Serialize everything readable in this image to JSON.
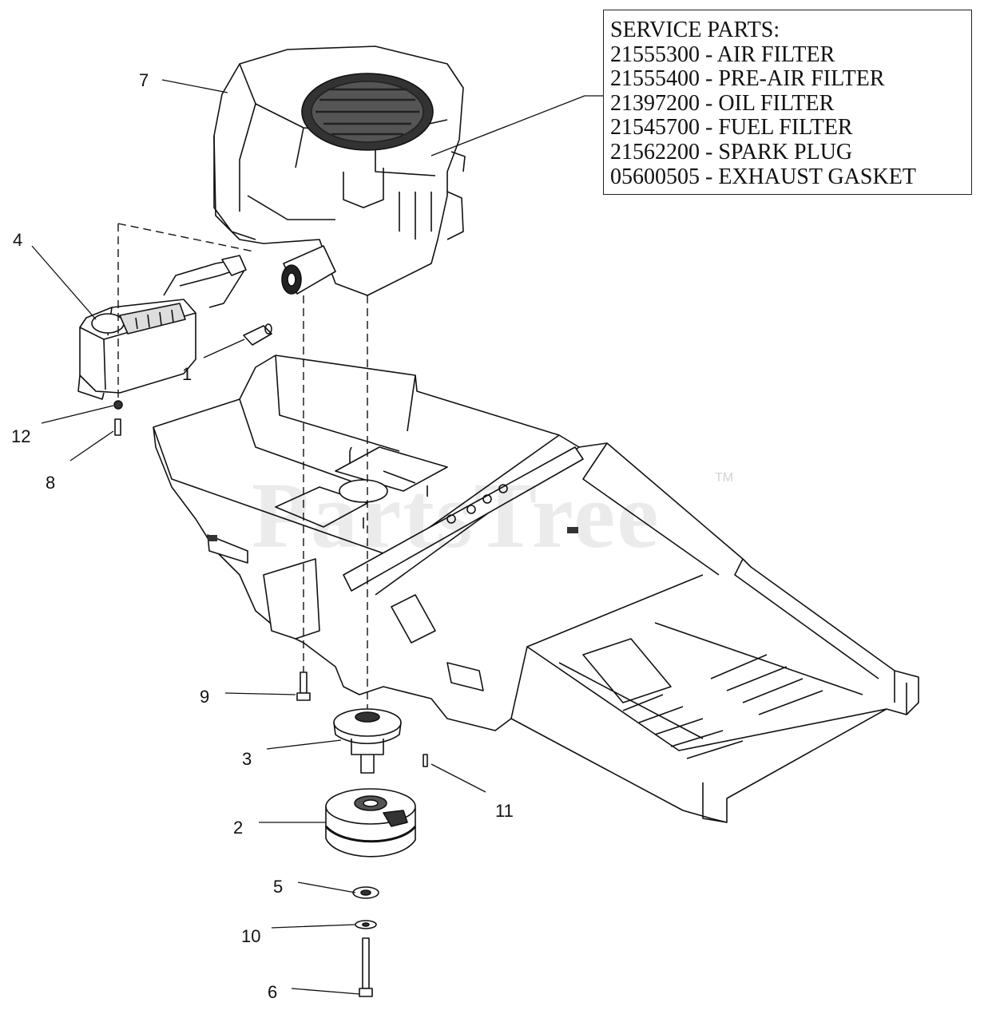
{
  "service_parts": {
    "heading": "SERVICE PARTS:",
    "items": [
      "21555300 - AIR FILTER",
      "21555400 - PRE-AIR FILTER",
      "21397200 - OIL FILTER",
      "21545700 - FUEL FILTER",
      "21562200 - SPARK PLUG",
      "05600505 - EXHAUST GASKET"
    ]
  },
  "callouts": {
    "c1": "1",
    "c2": "2",
    "c3": "3",
    "c4": "4",
    "c5": "5",
    "c6": "6",
    "c7": "7",
    "c8": "8",
    "c9": "9",
    "c10": "10",
    "c11": "11",
    "c12": "12"
  },
  "watermark": {
    "text": "PartsTree",
    "tm": "TM"
  }
}
